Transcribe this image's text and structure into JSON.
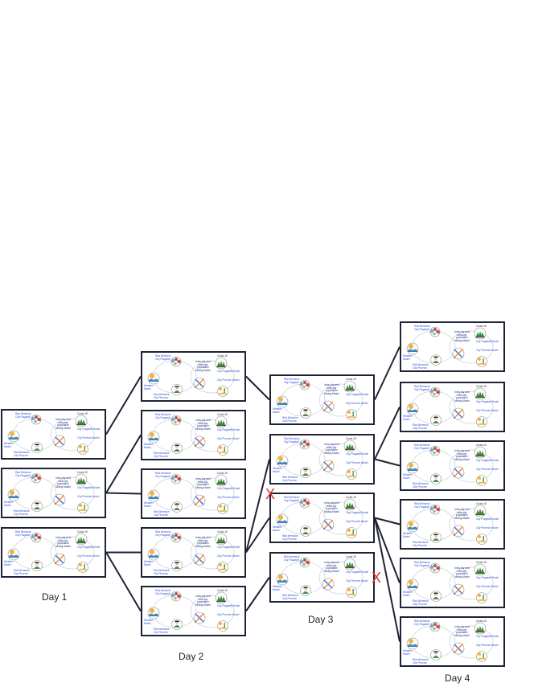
{
  "days": [
    {
      "label": "Day 1",
      "cards": 3
    },
    {
      "label": "Day 2",
      "cards": 5
    },
    {
      "label": "Day 3",
      "cards": 4
    },
    {
      "label": "Day 4",
      "cards": 6
    }
  ],
  "card_text": {
    "risk_flagstaff_1": "Risk Behavior",
    "risk_flagstaff_2": "City Flagstaff",
    "risk_phoenix_1": "Risk Behavior",
    "risk_phoenix_2": "City Phoenix",
    "weather_1": "Weather",
    "weather_2": "Model",
    "mixing_1": "Intra-city and",
    "mixing_2": "intra-city",
    "mixing_3": "population",
    "mixing_4": "Mixing Model",
    "flagstaff_model": "City Flagstaff Model",
    "phoenix_model": "City Phoenix Model",
    "covid_icon_text": "Covid-19"
  },
  "pruned_mark": "X",
  "colors": {
    "card_border": "#1f2235",
    "edge": "#1f2235",
    "label_text": "#2b4fd6",
    "x_mark": "#e0302a"
  }
}
